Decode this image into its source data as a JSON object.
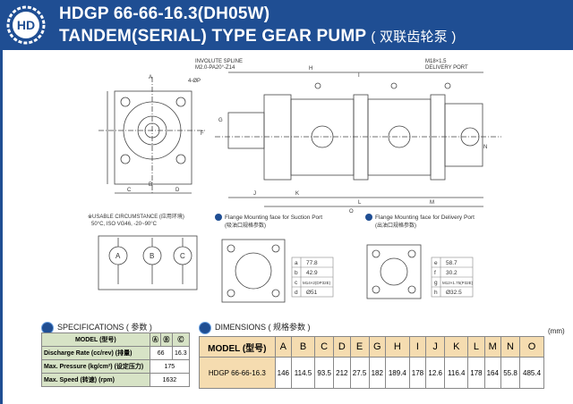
{
  "header": {
    "logo_text": "HD",
    "title": "HDGP 66-66-16.3(DH05W)",
    "subtitle": "TANDEM(SERIAL) TYPE GEAR PUMP",
    "subtitle_cn": "( 双联齿轮泵 )"
  },
  "drawing": {
    "spline_note_1": "INVOLUTE SPLINE",
    "spline_note_2": "M2.0-PA20°-Z14",
    "delivery_note_1": "M18×1.5",
    "delivery_note_2": "DELIVERY PORT",
    "hole_note": "4-ØP",
    "dims": [
      "A",
      "B",
      "C",
      "D",
      "E",
      "F",
      "G",
      "H",
      "I",
      "J",
      "K",
      "L",
      "M",
      "N",
      "O"
    ],
    "usable_title": "※USABLE CIRCUMSTANCE (应用环境)",
    "usable_line": "50°C, ISO VG46, -20~90°C",
    "circuit_letters": [
      "A",
      "B",
      "C"
    ],
    "suction_title": "Flange Mounting face for Suction Port",
    "suction_title_cn": "(吸油口规格参数)",
    "suction_rows": [
      {
        "k": "a",
        "v": "77.8"
      },
      {
        "k": "b",
        "v": "42.9"
      },
      {
        "k": "c",
        "v": "M14×2(DP32E)"
      },
      {
        "k": "d",
        "v": "Ø51"
      }
    ],
    "delivery_title": "Flange Mounting face for Delivery Port",
    "delivery_title_cn": "(出油口规格参数)",
    "delivery_rows": [
      {
        "k": "e",
        "v": "58.7"
      },
      {
        "k": "f",
        "v": "30.2"
      },
      {
        "k": "g",
        "v": "M12×1.75(P32E)"
      },
      {
        "k": "h",
        "v": "Ø32.5"
      }
    ]
  },
  "specifications": {
    "title": "SPECIFICATIONS",
    "title_cn": "( 参数 )",
    "header": [
      "MODEL (型号)",
      "Ⓐ",
      "Ⓑ",
      "Ⓒ"
    ],
    "rows": [
      {
        "label": "Discharge Rate (cc/rev) (排量)",
        "values": [
          "66",
          "",
          "16.3"
        ]
      },
      {
        "label": "Max. Pressure (kg/cm²) (设定压力)",
        "values": [
          "175"
        ]
      },
      {
        "label": "Max. Speed (转速) (rpm)",
        "values": [
          "1632"
        ]
      }
    ]
  },
  "dimensions": {
    "title": "DIMENSIONS",
    "title_cn": "( 规格参数 )",
    "unit": "(mm)",
    "header": [
      "MODEL (型号)",
      "A",
      "B",
      "C",
      "D",
      "E",
      "G",
      "H",
      "I",
      "J",
      "K",
      "L",
      "M",
      "N",
      "O"
    ],
    "model": "HDGP 66-66-16.3",
    "values": [
      "146",
      "114.5",
      "93.5",
      "212",
      "27.5",
      "182",
      "189.4",
      "178",
      "12.6",
      "116.4",
      "178",
      "164",
      "55.8",
      "485.4"
    ]
  }
}
